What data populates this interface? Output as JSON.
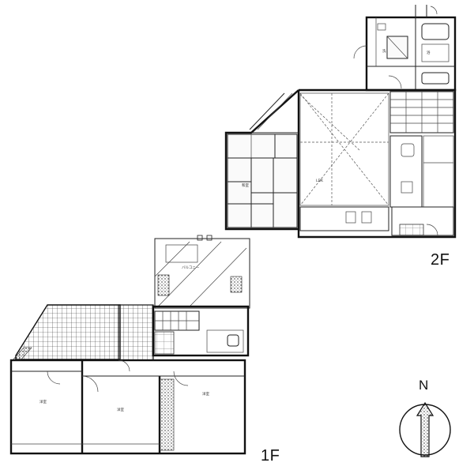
{
  "floors": {
    "second": {
      "label": "2F"
    },
    "first": {
      "label": "1F"
    }
  },
  "compass": {
    "label": "N",
    "icon": "north-arrow-icon"
  }
}
